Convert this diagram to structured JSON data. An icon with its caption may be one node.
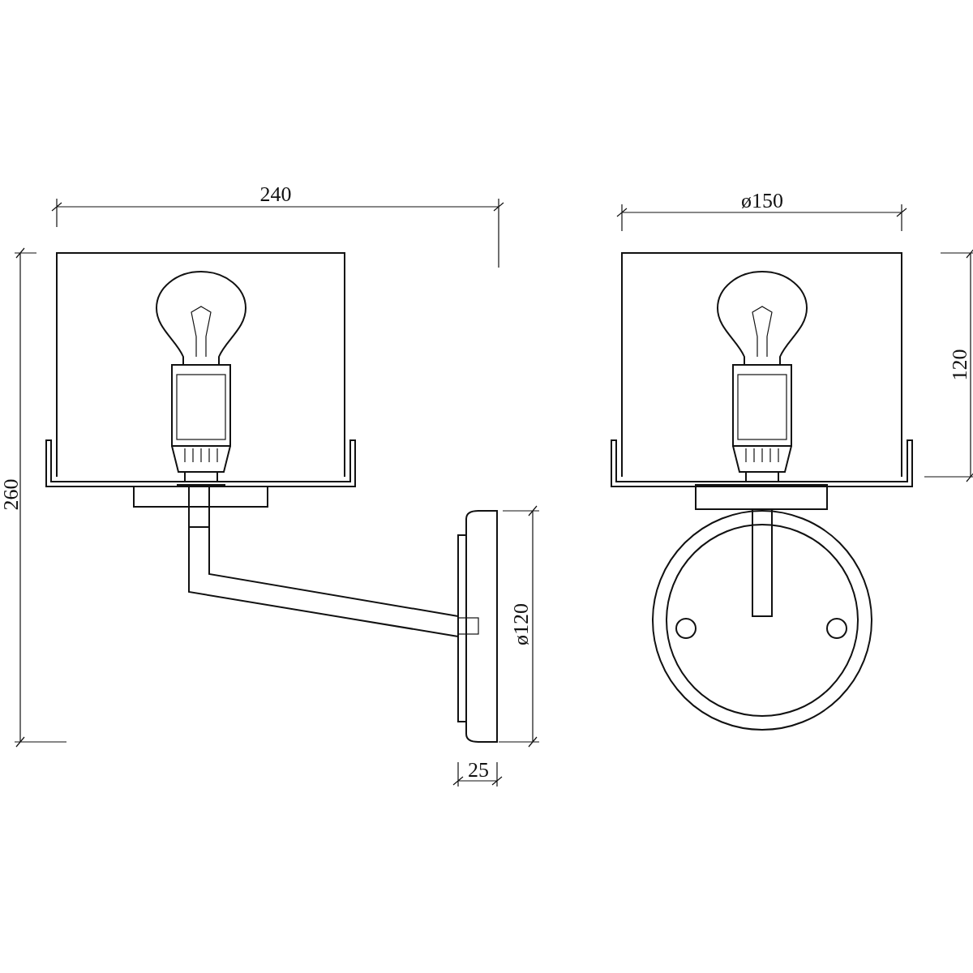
{
  "diagram": {
    "labels": [
      "240",
      "ø150",
      "260",
      "120",
      "ø120",
      "25"
    ]
  }
}
